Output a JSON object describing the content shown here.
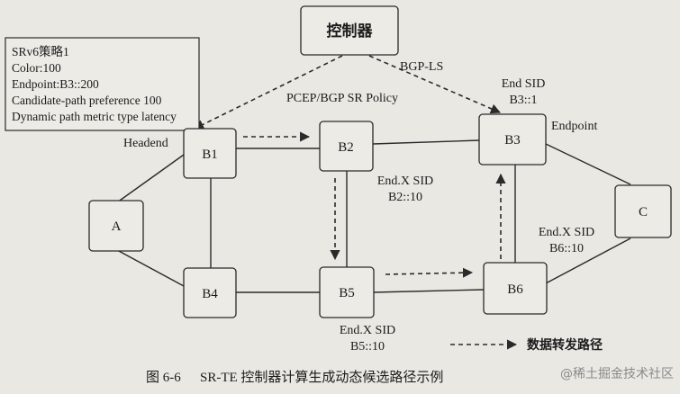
{
  "nodes": {
    "controller": "控制器",
    "a": "A",
    "b1": "B1",
    "b2": "B2",
    "b3": "B3",
    "b4": "B4",
    "b5": "B5",
    "b6": "B6",
    "c": "C"
  },
  "policy_box": {
    "lines": [
      "SRv6策略1",
      "Color:100",
      "Endpoint:B3::200",
      "Candidate-path preference 100",
      "Dynamic path metric type latency"
    ]
  },
  "labels": {
    "headend": "Headend",
    "endpoint": "Endpoint",
    "bgp_ls": "BGP-LS",
    "pcep": "PCEP/BGP SR Policy",
    "end_sid_b3_title": "End SID",
    "end_sid_b3_value": "B3::1",
    "endx_b2_title": "End.X SID",
    "endx_b2_value": "B2::10",
    "endx_b6_title": "End.X SID",
    "endx_b6_value": "B6::10",
    "endx_b5_title": "End.X SID",
    "endx_b5_value": "B5::10"
  },
  "legend": {
    "label": "数据转发路径"
  },
  "caption": {
    "number": "图 6-6",
    "text": "SR-TE 控制器计算生成动态候选路径示例"
  },
  "watermark": "@稀土掘金技术社区"
}
